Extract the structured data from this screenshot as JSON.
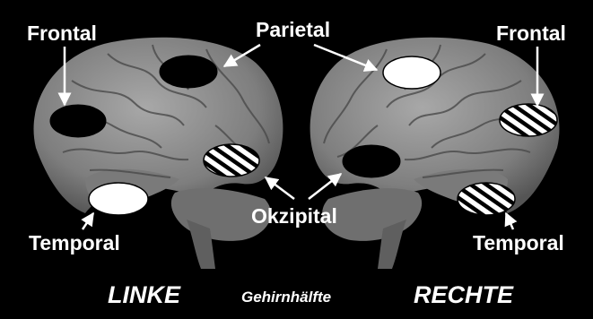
{
  "labels": {
    "frontal_left": "Frontal",
    "frontal_right": "Frontal",
    "parietal": "Parietal",
    "occipital": "Okzipital",
    "temporal_left": "Temporal",
    "temporal_right": "Temporal"
  },
  "footer": {
    "left_hemisphere": "LINKE",
    "caption": "Gehirnhälfte",
    "right_hemisphere": "RECHTE"
  },
  "colors": {
    "background": "#000000",
    "brain": "#8a8a8a",
    "label": "#ffffff",
    "marker_black": "#000000",
    "marker_white": "#ffffff"
  },
  "legend_fills": [
    "black",
    "white",
    "hatched"
  ]
}
